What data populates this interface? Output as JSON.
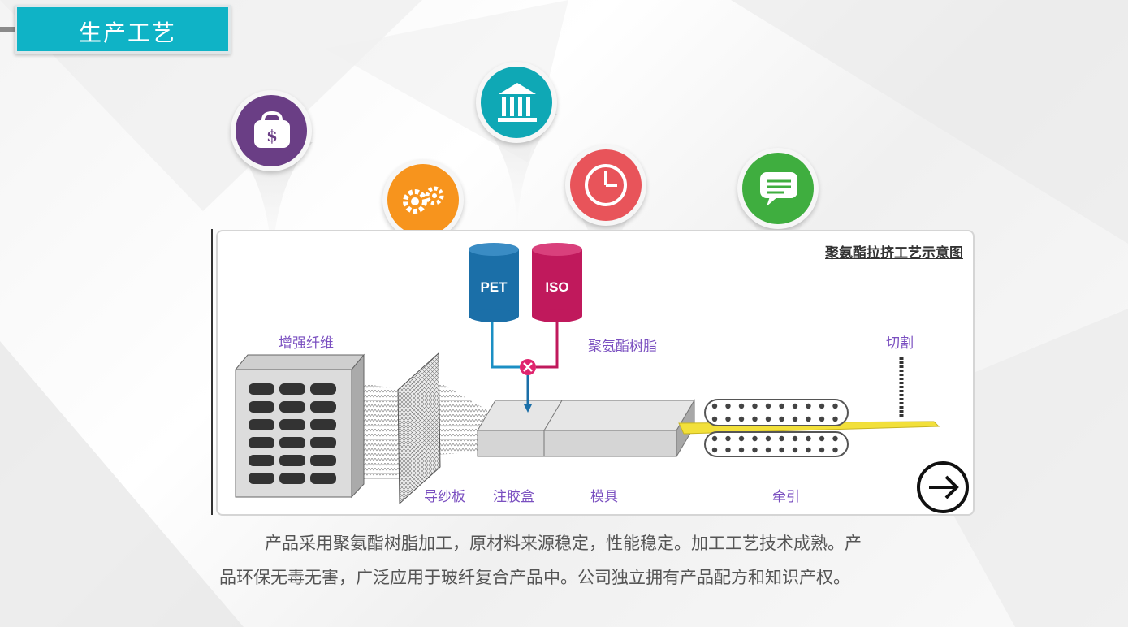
{
  "slide": {
    "title": "生产工艺"
  },
  "diagram": {
    "title": "聚氨酯拉挤工艺示意图",
    "labels": {
      "fiber": "增强纤维",
      "guide": "导纱板",
      "injection": "注胶盒",
      "mold": "模具",
      "pull": "牵引",
      "resin": "聚氨酯树脂",
      "cut": "切割",
      "tank_pet": "PET",
      "tank_iso": "ISO"
    }
  },
  "markers": [
    {
      "icon": "money-bag-icon",
      "color": "#6a3e85"
    },
    {
      "icon": "gears-icon",
      "color": "#f7941d"
    },
    {
      "icon": "bank-icon",
      "color": "#0fa8b5"
    },
    {
      "icon": "clock-icon",
      "color": "#e8545a"
    },
    {
      "icon": "chat-icon",
      "color": "#3fae3f"
    }
  ],
  "description": {
    "line1": "产品采用聚氨酯树脂加工，原材料来源稳定，性能稳定。加工工艺技术成熟。产",
    "line2": "品环保无毒无害，广泛应用于玻纤复合产品中。公司独立拥有产品配方和知识产权。"
  }
}
